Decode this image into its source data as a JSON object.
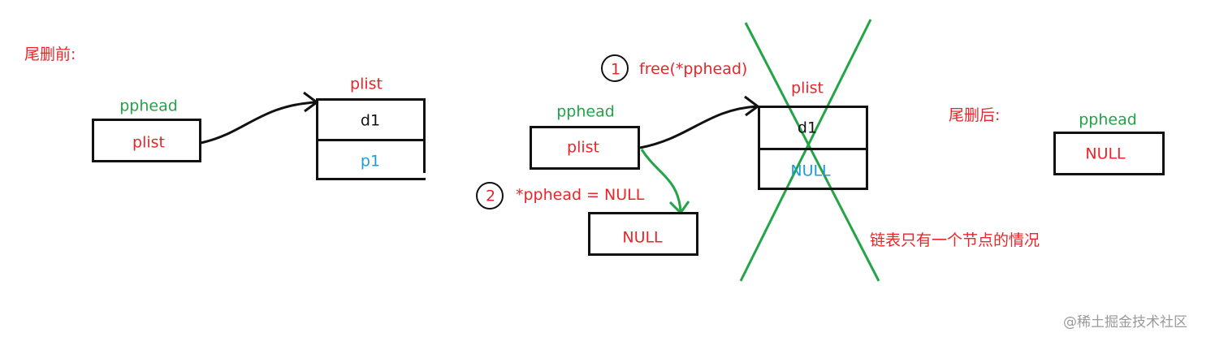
{
  "before_label": "尾删前:",
  "after_label": "尾删后:",
  "before": {
    "pphead": "pphead",
    "pphead_value": "plist",
    "node_label": "plist",
    "node_data": "d1",
    "node_next": "p1"
  },
  "middle": {
    "step1_number": "1",
    "step1_text": "free(*pphead)",
    "step2_number": "2",
    "step2_text": "*pphead = NULL",
    "pphead": "pphead",
    "pphead_value": "plist",
    "null_box": "NULL",
    "node_label": "plist",
    "node_data": "d1",
    "node_next": "NULL",
    "note": "链表只有一个节点的情况"
  },
  "after": {
    "pphead": "pphead",
    "pphead_value": "NULL"
  },
  "watermark": "@稀土掘金技术社区",
  "colors": {
    "red": "#e8262a",
    "green": "#22a447",
    "blue": "#1e9be0",
    "black": "#111111"
  }
}
